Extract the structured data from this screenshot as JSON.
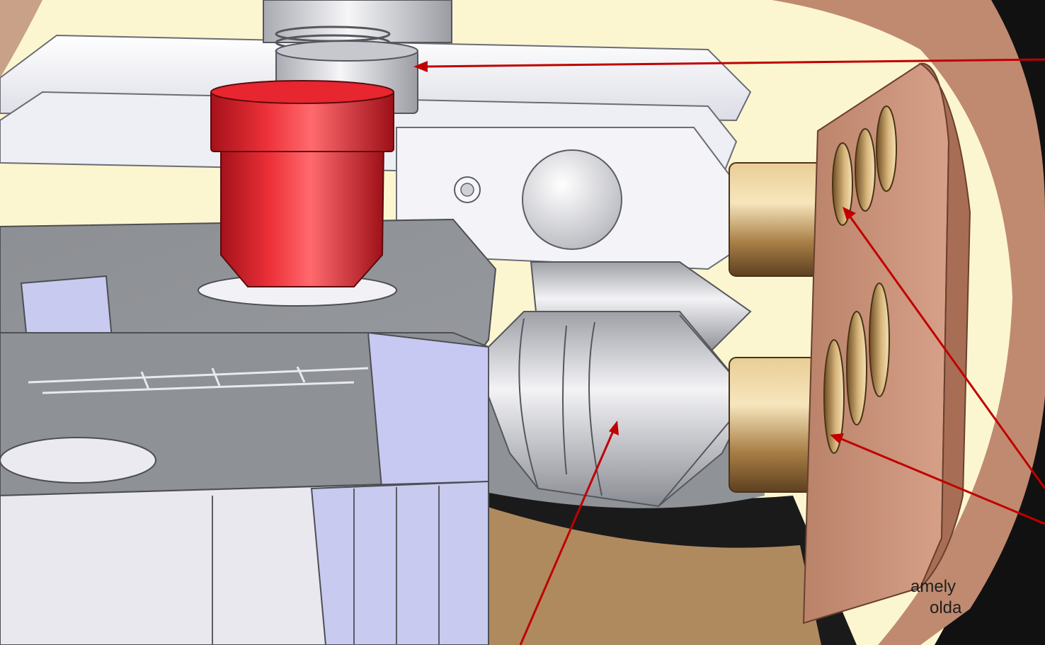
{
  "image": {
    "kind": "cad-section-render",
    "colors": {
      "chamber_cream": "#fbf6cf",
      "copper_plate": "#c48e75",
      "brass_cylinder": "#b8955f",
      "red_cap": "#d31f27",
      "grey_body": "#8f9296",
      "lavender": "#c7c9f0",
      "arrow_red": "#c00000"
    }
  },
  "callouts": {
    "partial_label": {
      "line1": "amely",
      "line2": "olda"
    }
  }
}
